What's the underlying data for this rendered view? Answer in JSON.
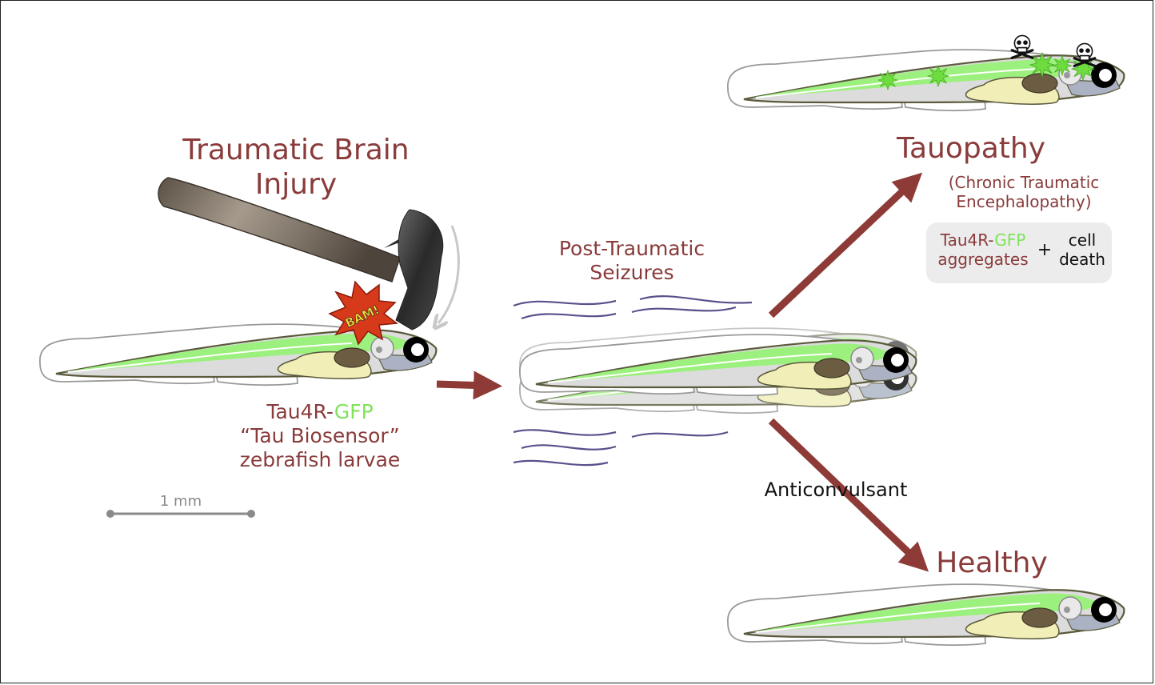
{
  "title": {
    "line1": "Traumatic Brain",
    "line2": "Injury"
  },
  "bam_text": "BAM!",
  "biosensor": {
    "line1_prefix": "Tau4R-",
    "line1_gfp": "GFP",
    "line2": "“Tau Biosensor”",
    "line3": "zebrafish larvae"
  },
  "scale_bar": {
    "label": "1 mm"
  },
  "seizures": {
    "line1": "Post-Traumatic",
    "line2": "Seizures"
  },
  "tauopathy": {
    "heading": "Tauopathy",
    "sub1": "(Chronic Traumatic",
    "sub2": "Encephalopathy)"
  },
  "box": {
    "left_prefix": "Tau4R-",
    "left_gfp": "GFP",
    "left_line2": "aggregates",
    "plus": "+",
    "right_line1": "cell",
    "right_line2": "death"
  },
  "anticonvulsant": "Anticonvulsant",
  "healthy": "Healthy",
  "colors": {
    "text_maroon": "#8a3b3b",
    "arrow": "#8e3b37",
    "gfp_green": "#7fe35a",
    "seizure_lines": "#5c4f8c"
  }
}
